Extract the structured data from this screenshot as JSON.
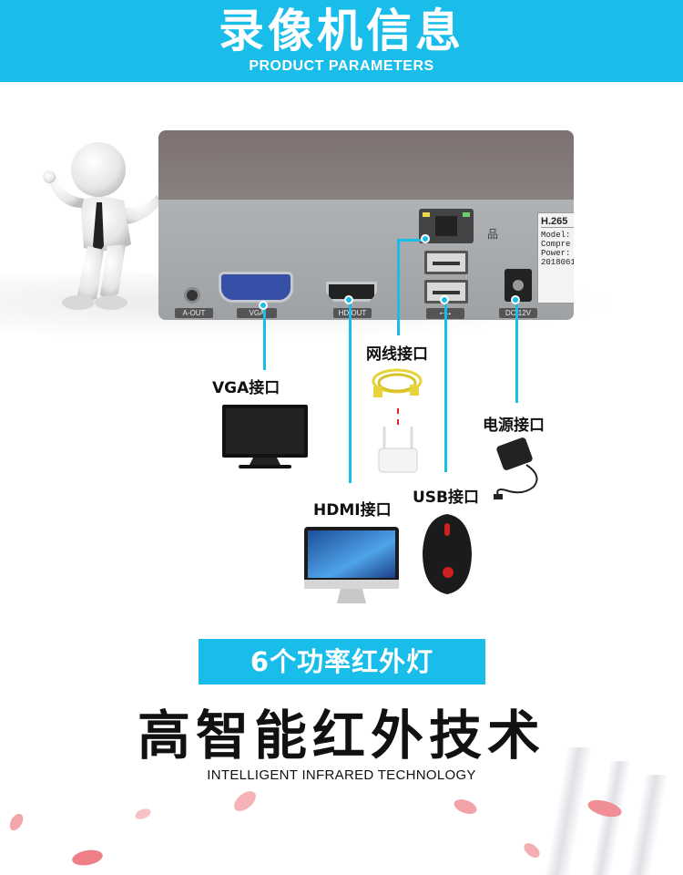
{
  "header": {
    "title": "录像机信息",
    "subtitle": "PRODUCT PARAMETERS"
  },
  "device": {
    "ports": {
      "a_out": "A-OUT",
      "vga": "VGA",
      "hdmi": "HD OUT",
      "dc": "DC 12V"
    },
    "sticker": {
      "title": "H.265",
      "lines": [
        "Model:",
        "Compre",
        "Power:",
        "2018061"
      ]
    }
  },
  "connections": {
    "network": "网线接口",
    "vga": "VGA接口",
    "power": "电源接口",
    "hdmi": "HDMI接口",
    "usb": "USB接口"
  },
  "feature": {
    "badge": "6个功率红外灯",
    "title": "高智能红外技术",
    "subtitle": "INTELLIGENT INFRARED TECHNOLOGY"
  },
  "colors": {
    "accent": "#19bdea",
    "text": "#111111"
  }
}
